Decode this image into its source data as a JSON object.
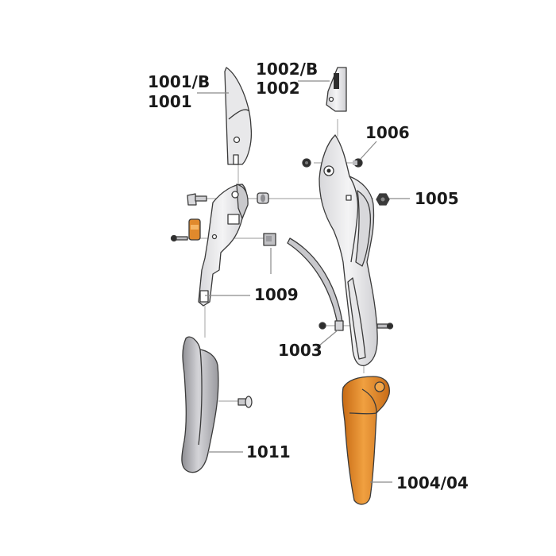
{
  "colors": {
    "background": "#ffffff",
    "metal": "#e8e8ea",
    "grip_grey": "#b9b9bd",
    "grip_orange": "#e08a2a",
    "spring_orange": "#e0892c",
    "label": "#1a1a1a",
    "leader": "#8a8a8a"
  },
  "labels": {
    "p1001b": "1001/B",
    "p1001": "1001",
    "p1002b": "1002/B",
    "p1002": "1002",
    "p1006": "1006",
    "p1005": "1005",
    "p1009": "1009",
    "p1003": "1003",
    "p1011": "1011",
    "p1004": "1004/04"
  },
  "icons": {
    "upper_blade": "blade-icon",
    "anvil": "anvil-icon",
    "spring": "spring-icon",
    "grip": "grip-icon"
  }
}
